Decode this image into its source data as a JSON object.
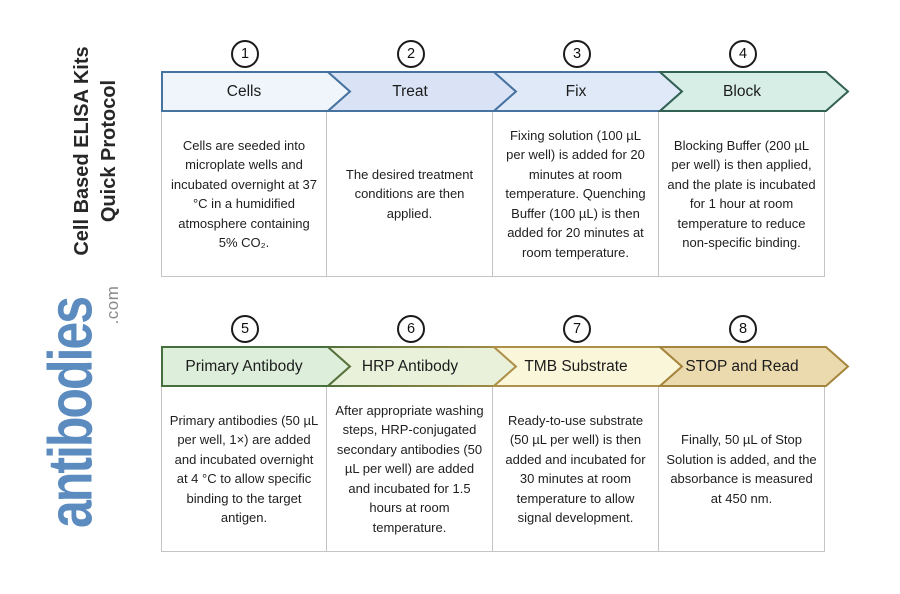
{
  "page": {
    "background": "#ffffff",
    "text_color": "#1e1e1e",
    "circle_border_color": "#1b1b1b",
    "box_border_color": "#c4c4c4"
  },
  "sidebar": {
    "title_line1": "Cell Based ELISA Kits",
    "title_line2": "Quick Protocol",
    "logo_text": "antibodies",
    "logo_suffix": ".com",
    "logo_color": "#5b8bbf",
    "suffix_color": "#8a8a8a"
  },
  "rows": [
    {
      "steps": [
        {
          "number": "1",
          "label": "Cells",
          "fill": "#eff5fa",
          "border": "#46739f",
          "description": "Cells are seeded into microplate wells and incubated overnight at 37 °C in a humidified atmosphere containing 5% CO₂."
        },
        {
          "number": "2",
          "label": "Treat",
          "fill": "#d9e3f5",
          "border": "#46739f",
          "description": "The desired treatment conditions are then applied."
        },
        {
          "number": "3",
          "label": "Fix",
          "fill": "#dfe9f8",
          "border": "#46739f",
          "description": "Fixing solution (100 µL per well) is added for 20 minutes at room temperature. Quenching Buffer (100 µL) is then added for 20 minutes at room temperature."
        },
        {
          "number": "4",
          "label": "Block",
          "fill": "#d6eee5",
          "border": "#336154",
          "description": "Blocking Buffer (200 µL per well) is then applied, and the plate is incubated for 1 hour at room temperature to reduce non-specific binding."
        }
      ]
    },
    {
      "steps": [
        {
          "number": "5",
          "label": "Primary Antibody",
          "fill": "#ddefdb",
          "border": "#456f3c",
          "description": "Primary antibodies (50 µL per well, 1×) are added and incubated overnight at 4 °C to allow specific binding to the target antigen."
        },
        {
          "number": "6",
          "label": "HRP Antibody",
          "fill": "#e9f1da",
          "border_gradient": [
            "#52703c",
            "#a98e44"
          ],
          "description": "After appropriate washing steps, HRP-conjugated secondary antibodies (50 µL per well) are added and incubated for 1.5 hours at room temperature."
        },
        {
          "number": "7",
          "label": "TMB Substrate",
          "fill": "#faf6da",
          "border": "#ad9049",
          "description": "Ready-to-use substrate (50 µL per well) is then added and incubated for 30 minutes at room temperature to allow signal development."
        },
        {
          "number": "8",
          "label": "STOP and Read",
          "fill": "#ebdaad",
          "border": "#a5853d",
          "description": "Finally, 50 µL of Stop Solution is added, and the absorbance is measured at 450 nm."
        }
      ]
    }
  ]
}
